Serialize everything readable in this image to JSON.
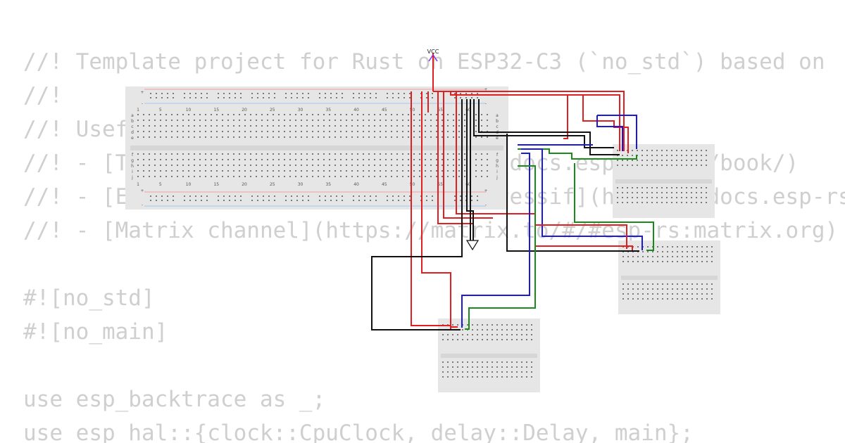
{
  "code": {
    "lines": [
      "//! Template project for Rust on ESP32-C3 (`no_std`) based on",
      "//!",
      "//! Useful resources:",
      "//! - [The Rust on ESP Book](https://docs.esp-rs.org/book/)",
      "//! - [Embedded Rust (no_std) on Espressif](https://docs.esp-rs.org/no_std-training/)",
      "//! - [Matrix channel](https://matrix.to/#/#esp-rs:matrix.org)",
      "",
      "#![no_std]",
      "#![no_main]",
      "",
      "use esp_backtrace as _;",
      "use esp_hal::{clock::CpuClock, delay::Delay, main};"
    ]
  },
  "schematic": {
    "power_label": "VCC",
    "power_icon": "vcc-arrow-icon",
    "ground_icon": "ground-triangle-icon",
    "breadboard_column_numbers": [
      "1",
      "5",
      "10",
      "15",
      "20",
      "25",
      "30",
      "35",
      "40",
      "45",
      "50",
      "55",
      "60"
    ],
    "breadboard_rows_top": [
      "a",
      "b",
      "c",
      "d",
      "e"
    ],
    "breadboard_rows_bottom": [
      "f",
      "g",
      "h",
      "i",
      "j"
    ],
    "rail_symbols": [
      "+",
      "-"
    ],
    "wire_colors": {
      "power": "#e02020",
      "ground": "#111111",
      "signal_blue": "#1a1ad8",
      "signal_green": "#1a8a1a"
    },
    "breadboard_color": "#e6e6e6",
    "hole_color": "#7a7a7a"
  }
}
